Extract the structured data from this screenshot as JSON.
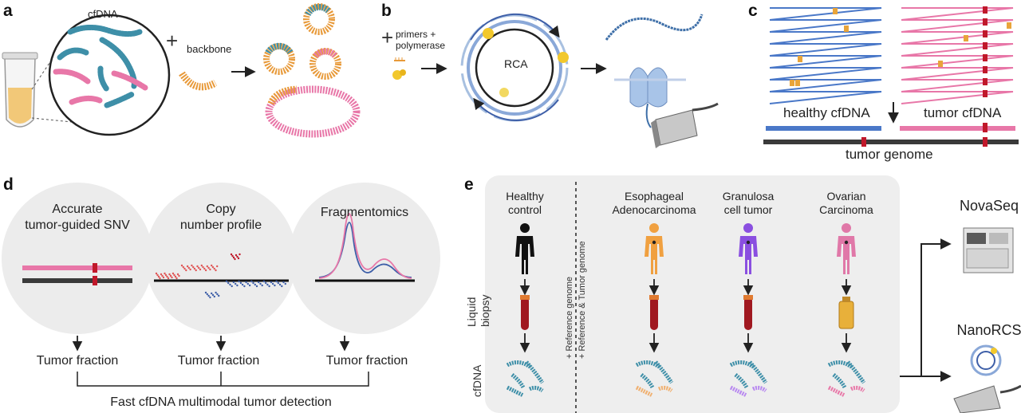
{
  "panel_a": {
    "label": "a",
    "circle_title": "cfDNA",
    "plus": "+",
    "backbone": "backbone"
  },
  "panel_b": {
    "label": "b",
    "plus": "+",
    "primers_line1": "primers +",
    "primers_line2": "polymerase",
    "rca": "RCA"
  },
  "panel_c": {
    "label": "c",
    "healthy": "healthy cfDNA",
    "tumor": "tumor cfDNA",
    "genome": "tumor genome"
  },
  "panel_d": {
    "label": "d",
    "circles": [
      {
        "title_line1": "Accurate",
        "title_line2": "tumor-guided SNV",
        "output": "Tumor fraction"
      },
      {
        "title_line1": "Copy",
        "title_line2": "number profile",
        "output": "Tumor fraction"
      },
      {
        "title_line1": "Fragmentomics",
        "title_line2": "",
        "output": "Tumor fraction"
      }
    ],
    "footer": "Fast cfDNA multimodal tumor detection"
  },
  "panel_e": {
    "label": "e",
    "row_liquid_line1": "Liquid",
    "row_liquid_line2": "biopsy",
    "row_cfdna": "cfDNA",
    "divider_left": "+ Reference genome",
    "divider_right": "+ Reference & Tumor genome",
    "groups": [
      {
        "line1": "Healthy",
        "line2": "control",
        "color": "#111111"
      },
      {
        "line1": "Esophageal",
        "line2": "Adenocarcinoma",
        "color": "#f0a040"
      },
      {
        "line1": "Granulosa",
        "line2": "cell tumor",
        "color": "#8a4fe0"
      },
      {
        "line1": "Ovarian",
        "line2": "Carcinoma",
        "color": "#e078a8"
      }
    ],
    "platforms": [
      "NovaSeq",
      "NanoRCS"
    ]
  },
  "colors": {
    "healthy_blue": "#4a78c8",
    "tumor_pink": "#e877a8",
    "snv_red": "#c0182a",
    "orange": "#e89a3a",
    "teal": "#3e8fa8",
    "circle_gray": "#ececec",
    "panel_gray": "#eeeeee"
  }
}
